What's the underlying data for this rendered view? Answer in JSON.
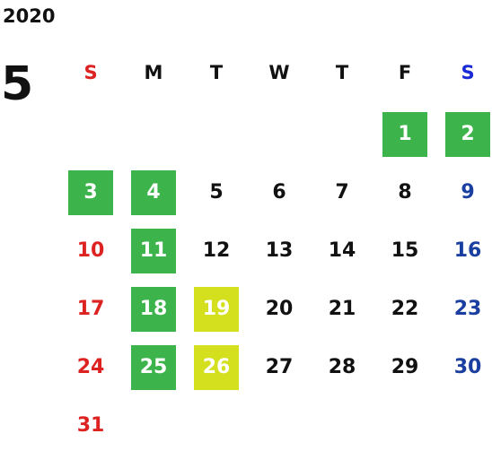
{
  "calendar": {
    "year": "2020",
    "month": "5",
    "weekdays": [
      "S",
      "M",
      "T",
      "W",
      "T",
      "F",
      "S"
    ],
    "colors": {
      "text": "#111111",
      "sunday": "#dd2222",
      "saturday": "#1a3fa0",
      "saturday_header": "#1a2bd6",
      "holiday_green": "#3cb44b",
      "special_yellow": "#d4e01e",
      "highlight_text": "#ffffff"
    },
    "weeks": [
      [
        {
          "label": "",
          "style": "none"
        },
        {
          "label": "",
          "style": "none"
        },
        {
          "label": "",
          "style": "none"
        },
        {
          "label": "",
          "style": "none"
        },
        {
          "label": "",
          "style": "none"
        },
        {
          "label": "1",
          "style": "green"
        },
        {
          "label": "2",
          "style": "green"
        }
      ],
      [
        {
          "label": "3",
          "style": "green"
        },
        {
          "label": "4",
          "style": "green"
        },
        {
          "label": "5",
          "style": "normal"
        },
        {
          "label": "6",
          "style": "normal"
        },
        {
          "label": "7",
          "style": "normal"
        },
        {
          "label": "8",
          "style": "normal"
        },
        {
          "label": "9",
          "style": "saturday"
        }
      ],
      [
        {
          "label": "10",
          "style": "sunday"
        },
        {
          "label": "11",
          "style": "green"
        },
        {
          "label": "12",
          "style": "normal"
        },
        {
          "label": "13",
          "style": "normal"
        },
        {
          "label": "14",
          "style": "normal"
        },
        {
          "label": "15",
          "style": "normal"
        },
        {
          "label": "16",
          "style": "saturday"
        }
      ],
      [
        {
          "label": "17",
          "style": "sunday"
        },
        {
          "label": "18",
          "style": "green"
        },
        {
          "label": "19",
          "style": "yellow"
        },
        {
          "label": "20",
          "style": "normal"
        },
        {
          "label": "21",
          "style": "normal"
        },
        {
          "label": "22",
          "style": "normal"
        },
        {
          "label": "23",
          "style": "saturday"
        }
      ],
      [
        {
          "label": "24",
          "style": "sunday"
        },
        {
          "label": "25",
          "style": "green"
        },
        {
          "label": "26",
          "style": "yellow"
        },
        {
          "label": "27",
          "style": "normal"
        },
        {
          "label": "28",
          "style": "normal"
        },
        {
          "label": "29",
          "style": "normal"
        },
        {
          "label": "30",
          "style": "saturday"
        }
      ],
      [
        {
          "label": "31",
          "style": "sunday"
        },
        {
          "label": "",
          "style": "none"
        },
        {
          "label": "",
          "style": "none"
        },
        {
          "label": "",
          "style": "none"
        },
        {
          "label": "",
          "style": "none"
        },
        {
          "label": "",
          "style": "none"
        },
        {
          "label": "",
          "style": "none"
        }
      ]
    ]
  }
}
